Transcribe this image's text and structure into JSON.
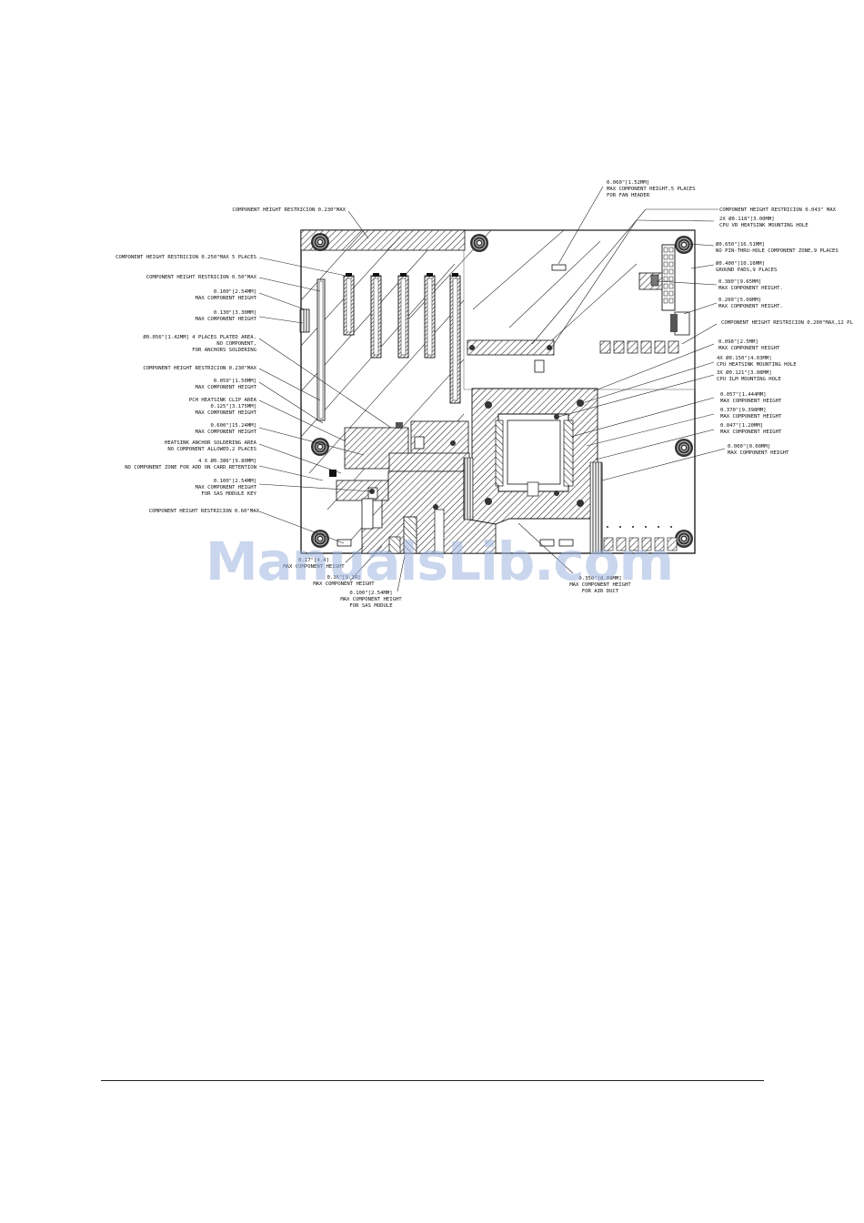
{
  "diagram": {
    "left_labels": [
      [
        "COMPONENT HEIGHT RESTRICION 0.230\"MAX"
      ],
      [
        "COMPONENT HEIGHT RESTRICION 0.250\"MAX 5 PLACES"
      ],
      [
        "COMPONENT HEIGHT RESTRICION 0.50\"MAX"
      ],
      [
        "0.100\"[2.54MM]",
        "MAX COMPONENT HEIGHT"
      ],
      [
        "0.130\"[3.30MM]",
        "MAX COMPONENT HEIGHT"
      ],
      [
        "Ø0.056\"[1.42MM] 4 PLACES PLATED AREA.",
        "NO COMPONENT,",
        "FOR ANCHORS SOLDERING"
      ],
      [
        "COMPONENT HEIGHT RESTRICION 0.230\"MAX"
      ],
      [
        "0.059\"[1.50MM]",
        "MAX COMPONENT HEIGHT"
      ],
      [
        "PCH HEATSINK CLIP AREA",
        "0.125\"[3.175MM]",
        "MAX COMPONENT HEIGHT"
      ],
      [
        "0.600\"[15.24MM]",
        "MAX COMPONENT HEIGHT"
      ],
      [
        "HEATSINK ANCHOR SOLDERING AREA",
        "NO COMPONENT ALLOWED,2 PLACES"
      ],
      [
        "4 X Ø0.386\"[9.80MM]",
        "NO COMPONENT ZONE FOR ADD ON CARD RETENTION"
      ],
      [
        "0.100\"[2.54MM]",
        "MAX COMPONENT HEIGHT",
        "FOR SAS MODULE KEY"
      ],
      [
        "COMPONENT HEIGHT RESTRICION 0.60\"MAX"
      ]
    ],
    "right_labels": [
      [
        "0.060\"[1.52MM]",
        "MAX COMPONENT HEIGHT,5 PLACES",
        "FOR FAN HEADER"
      ],
      [
        "COMPONENT HEIGHT RESTRICION 0.043\" MAX"
      ],
      [
        "2X Ø0.118\"[3.00MM]",
        "CPU VR HEATSINK MOUNTING HOLE"
      ],
      [
        "Ø0.650\"[16.51MM]",
        "NO PIN-THRU-HOLE COMPONENT ZONE,9 PLACES"
      ],
      [
        "Ø0.400\"[10.16MM]",
        "GROUND PADS,9 PLACES"
      ],
      [
        "0.380\"[9.65MM]",
        "MAX COMPONENT HEIGHT."
      ],
      [
        "0.200\"[5.08MM]",
        "MAX COMPONENT HEIGHT."
      ],
      [
        "COMPONENT HEIGHT RESTRICION 0.200\"MAX,12 PL"
      ],
      [
        "0.098\"[2.5MM]",
        "MAX COMPONENT HEIGHT"
      ],
      [
        "4X Ø0.150\"[4.03MM]",
        "CPU HEATSINK MOUNTING HOLE"
      ],
      [
        "3X Ø0.121\"[3.08MM]",
        "CPU ILM MOUNTING HOLE"
      ],
      [
        "0.057\"[1.444MM]",
        "MAX COMPONENT HEIGHT"
      ],
      [
        "0.370\"[9.398MM]",
        "MAX COMPONENT HEIGHT"
      ],
      [
        "0.047\"[1.20MM]",
        "MAX COMPONENT HEIGHT"
      ],
      [
        "0.000\"[0.00MM]",
        "MAX COMPONENT HEIGHT"
      ]
    ],
    "bottom_labels": [
      [
        "0.17\"[4.4]",
        "MAX COMPONENT HEIGHT"
      ],
      [
        "0.36\"[9.14]",
        "MAX COMPONENT HEIGHT"
      ],
      [
        "0.100\"[2.54MM]",
        "MAX COMPONENT HEIGHT",
        "FOR SAS MODULE"
      ],
      [
        "0.350\"[8.89MM]",
        "MAX COMPONENT HEIGHT",
        "FOR AIR DUCT"
      ]
    ],
    "watermark": "ManualsLib.com"
  }
}
